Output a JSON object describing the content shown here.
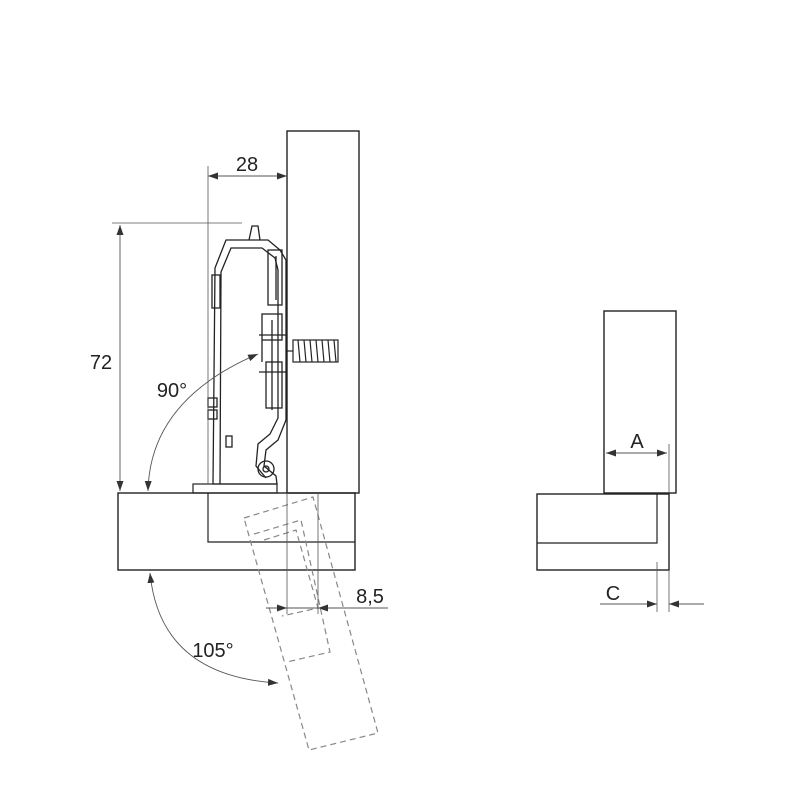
{
  "dimensions": {
    "door_offset": "28",
    "height": "72",
    "open_angle_small": "90°",
    "open_angle_large": "105°",
    "overlay_gap": "8,5",
    "dim_a": "A",
    "dim_c": "C"
  },
  "colors": {
    "line": "#222222",
    "dim_line": "#555555",
    "dashed": "#888888",
    "background": "#ffffff"
  }
}
